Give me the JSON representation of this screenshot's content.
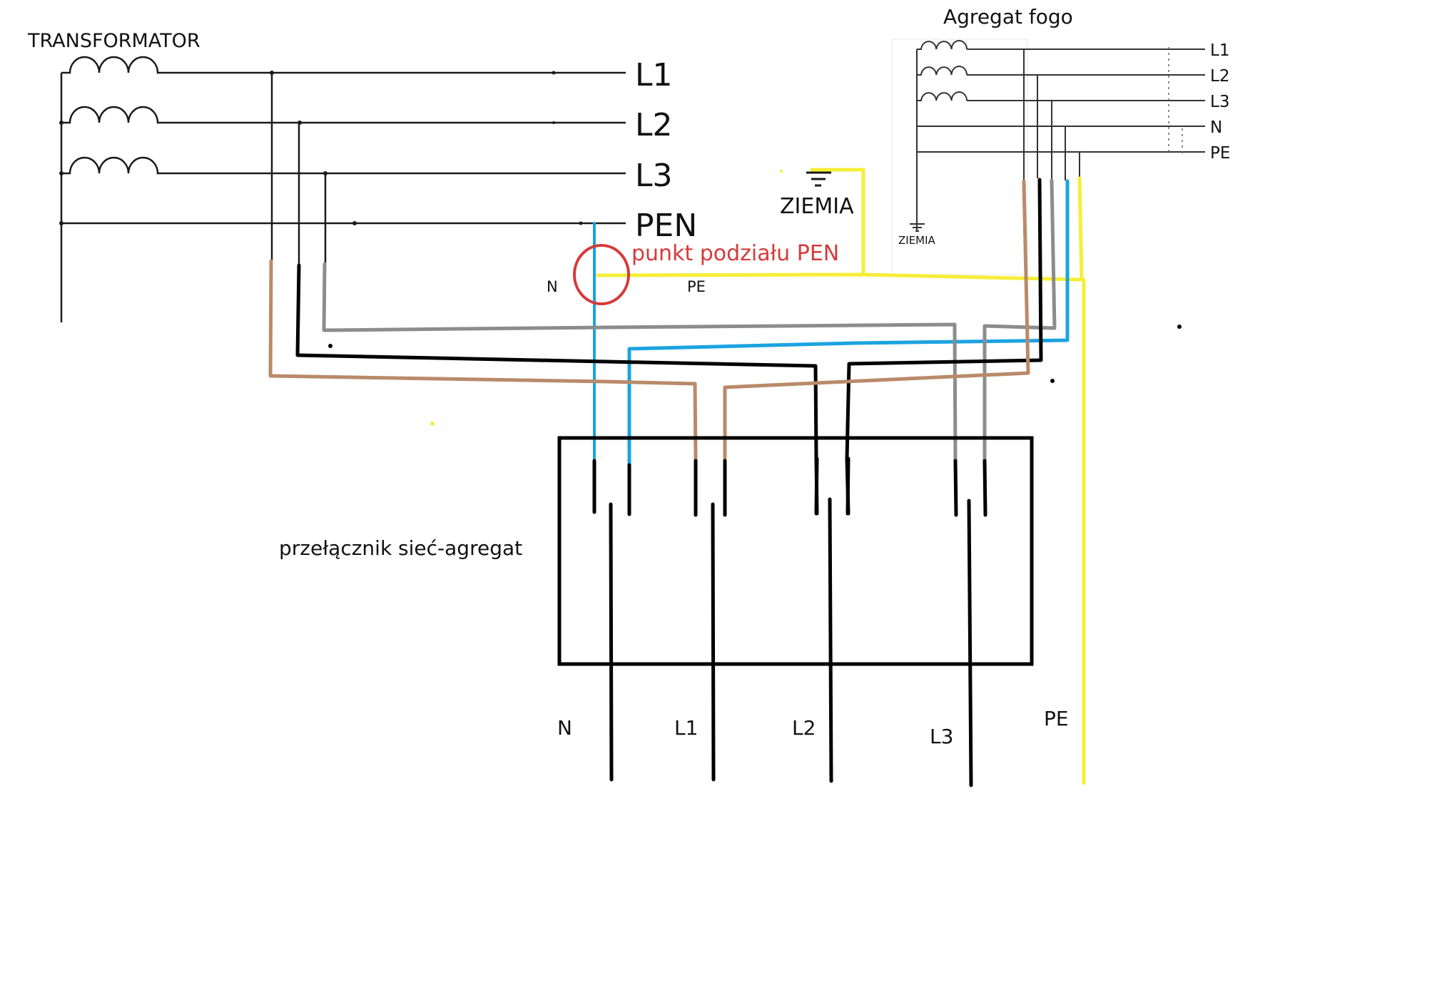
{
  "title": "Wiring diagram: mains / generator changeover with PEN split",
  "colors": {
    "phase_L1": "#b98a6a",
    "phase_L2": "#000000",
    "phase_L3": "#8c8c8c",
    "neutral": "#1ba3e0",
    "protective_earth": "#f5ee36",
    "marker": "#d63a3a",
    "schematic": "#1a1a1a"
  },
  "transformer": {
    "title": "TRANSFORMATOR",
    "outputs": [
      "L1",
      "L2",
      "L3",
      "PEN"
    ]
  },
  "generator": {
    "title": "Agregat fogo",
    "outputs": [
      "L1",
      "L2",
      "L3",
      "N",
      "PE"
    ],
    "ground_label": "ZIEMIA"
  },
  "earth": {
    "label": "ZIEMIA"
  },
  "pen_split": {
    "label": "punkt podziału PEN",
    "n_label": "N",
    "pe_label": "PE"
  },
  "switch": {
    "label": "przełącznik sieć-agregat",
    "outputs": [
      "N",
      "L1",
      "L2",
      "L3",
      "PE"
    ]
  }
}
